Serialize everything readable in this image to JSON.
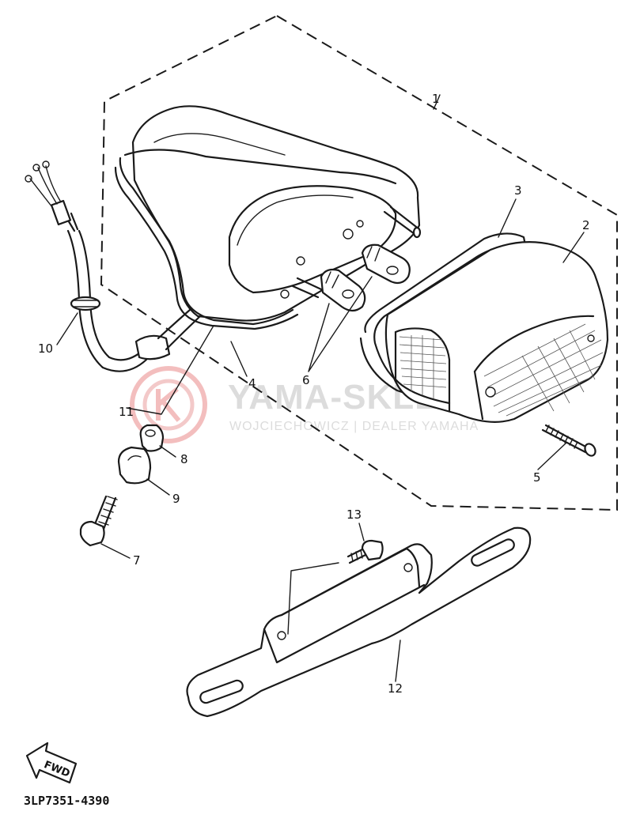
{
  "callouts": [
    "1",
    "2",
    "3",
    "4",
    "5",
    "6",
    "7",
    "8",
    "9",
    "10",
    "11",
    "12",
    "13"
  ],
  "diagram_code": "3LP7351-4390",
  "fwd_label": "FWD",
  "watermark": {
    "title": "YAMA-SKLEP.PL",
    "subtitle": "WOJCIECHOWICZ | DEALER YAMAHA",
    "color": "#e07a7a"
  }
}
